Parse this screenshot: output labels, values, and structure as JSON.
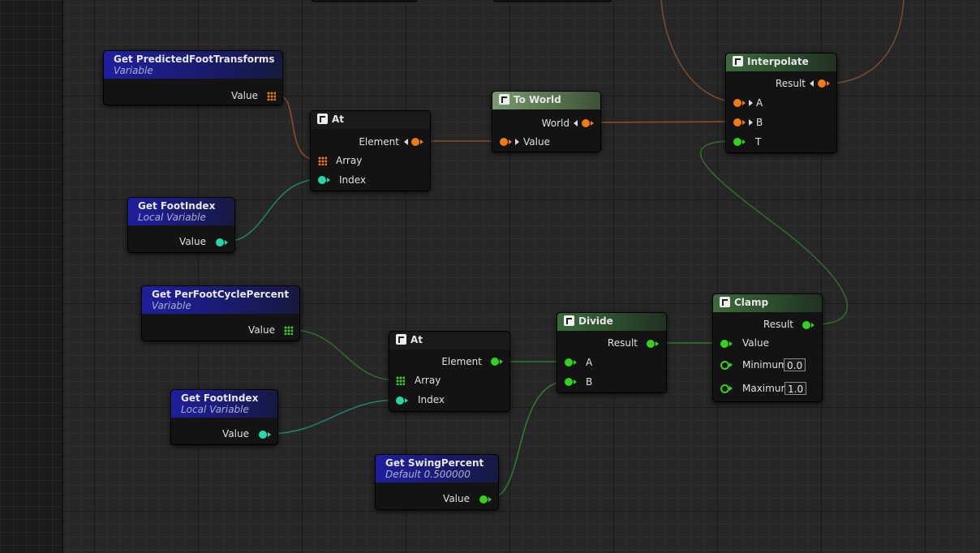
{
  "nodes": {
    "get_predicted": {
      "title": "Get PredictedFootTransforms",
      "subtitle": "Variable",
      "value_label": "Value"
    },
    "at1": {
      "title": "At",
      "element_label": "Element",
      "array_label": "Array",
      "index_label": "Index"
    },
    "get_footindex1": {
      "title": "Get FootIndex",
      "subtitle": "Local Variable",
      "value_label": "Value"
    },
    "to_world": {
      "title": "To World",
      "world_label": "World",
      "value_label": "Value"
    },
    "interpolate": {
      "title": "Interpolate",
      "result_label": "Result",
      "a_label": "A",
      "b_label": "B",
      "t_label": "T"
    },
    "get_perfoot": {
      "title": "Get PerFootCyclePercent",
      "subtitle": "Variable",
      "value_label": "Value"
    },
    "at2": {
      "title": "At",
      "element_label": "Element",
      "array_label": "Array",
      "index_label": "Index"
    },
    "get_footindex2": {
      "title": "Get FootIndex",
      "subtitle": "Local Variable",
      "value_label": "Value"
    },
    "divide": {
      "title": "Divide",
      "result_label": "Result",
      "a_label": "A",
      "b_label": "B"
    },
    "clamp": {
      "title": "Clamp",
      "result_label": "Result",
      "value_label": "Value",
      "minimum_label": "Minimum",
      "minimum_value": "0.0",
      "maximum_label": "Maximum",
      "maximum_value": "1.0"
    },
    "get_swing": {
      "title": "Get SwingPercent",
      "subtitle": "Default 0.500000",
      "value_label": "Value"
    }
  },
  "colors": {
    "transform_wire": "#a0592a",
    "float_wire": "#2f7a2a",
    "int_wire": "#1f8a73",
    "var_header": "#1f1f9e",
    "fn_header": "#3b6b3b"
  },
  "icons": {
    "function": "function-icon",
    "array": "array-grid-icon",
    "pin": "pin-circle-icon"
  }
}
